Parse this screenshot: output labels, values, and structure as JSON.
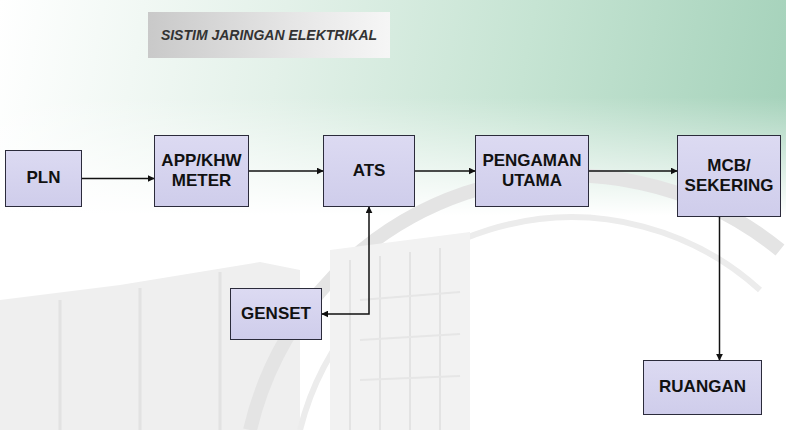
{
  "diagram": {
    "title": "SISTIM JARINGAN ELEKTRIKAL",
    "nodes": [
      {
        "text": [
          "PLN"
        ]
      },
      {
        "text": [
          "APP/KHW METER"
        ]
      },
      {
        "text": [
          "ATS"
        ]
      },
      {
        "text": [
          "PENGAMAN UTAMA"
        ]
      },
      {
        "text": [
          "MCB/ SEKERING"
        ]
      },
      {
        "text": [
          "GENSET"
        ]
      },
      {
        "text": [
          "RUANGAN"
        ]
      }
    ],
    "edges": [
      {
        "from": 0,
        "to": 1,
        "arrow": "to"
      },
      {
        "from": 1,
        "to": 2,
        "arrow": "to"
      },
      {
        "from": 2,
        "to": 3,
        "arrow": "to"
      },
      {
        "from": 3,
        "to": 4,
        "arrow": "to"
      },
      {
        "from": 2,
        "to": 5,
        "arrow": "both"
      },
      {
        "from": 4,
        "to": 6,
        "arrow": "to"
      }
    ]
  }
}
